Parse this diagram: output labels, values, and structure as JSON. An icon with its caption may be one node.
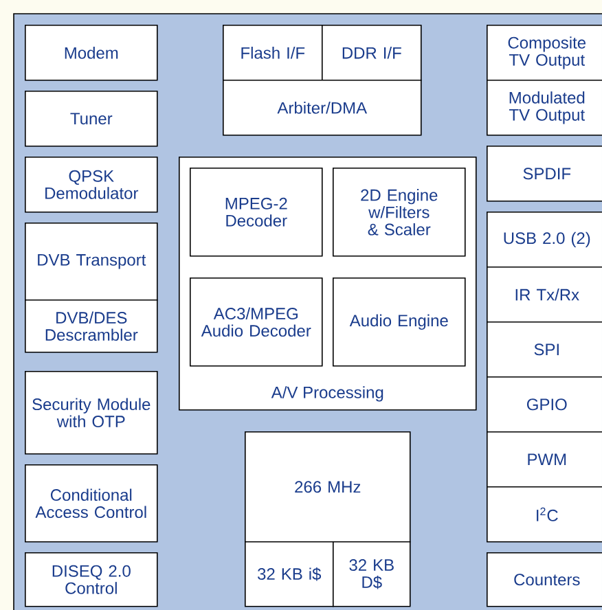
{
  "diagram": {
    "nodes": [
      {
        "text": [
          "Modem"
        ]
      },
      {
        "text": [
          "Flash I/F"
        ]
      },
      {
        "text": [
          "DDR I/F"
        ]
      },
      {
        "text": [
          "Composite TV Output"
        ]
      },
      {
        "text": [
          "Tuner"
        ]
      },
      {
        "text": [
          "Arbiter/DMA"
        ]
      },
      {
        "text": [
          "Modulated TV Output"
        ]
      },
      {
        "text": [
          "QPSK Demodulator"
        ]
      },
      {
        "text": [
          "A/V Processing"
        ]
      },
      {
        "text": [
          "MPEG-2 Decoder"
        ],
        "in": 8
      },
      {
        "text": [
          "2D Engine w/Filters & Scaler"
        ],
        "in": 8
      },
      {
        "text": [
          "AC3/MPEG Audio Decoder"
        ],
        "in": 8
      },
      {
        "text": [
          "Audio Engine"
        ],
        "in": 8
      },
      {
        "text": [
          "SPDIF"
        ]
      },
      {
        "text": [
          "DVB Transport"
        ]
      },
      {
        "text": [
          "USB 2.0 (2)"
        ]
      },
      {
        "text": [
          "IR Tx/Rx"
        ]
      },
      {
        "text": [
          "DVB/DES Descrambler"
        ]
      },
      {
        "text": [
          "SPI"
        ]
      },
      {
        "text": [
          "Security Module with OTP"
        ]
      },
      {
        "text": [
          "GPIO"
        ]
      },
      {
        "text": [
          "266 MHz"
        ]
      },
      {
        "text": [
          "PWM"
        ]
      },
      {
        "text": [
          "Conditional Access Control"
        ]
      },
      {
        "text": [
          "I$^{2}$C"
        ]
      },
      {
        "text": [
          "DISEQ 2.0 Control"
        ]
      },
      {
        "text": [
          "32 KB i$"
        ]
      },
      {
        "text": [
          "32 KB D$"
        ]
      },
      {
        "text": [
          "Counters"
        ]
      }
    ]
  }
}
